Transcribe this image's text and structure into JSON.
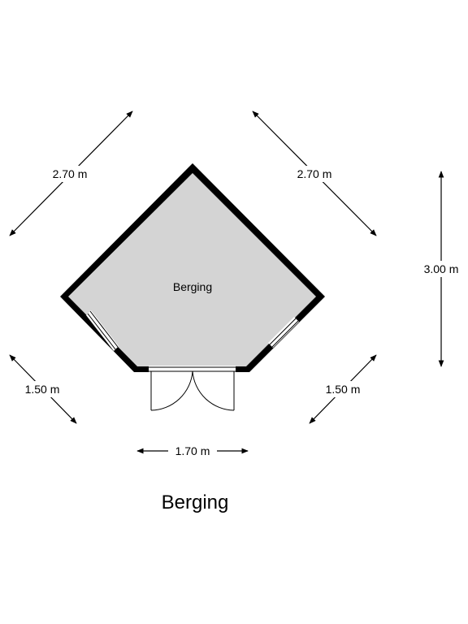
{
  "plan": {
    "room_label": "Berging",
    "title": "Berging",
    "dimensions": {
      "upper_left": "2.70 m",
      "upper_right": "2.70 m",
      "right_height": "3.00 m",
      "lower_left": "1.50 m",
      "lower_right": "1.50 m",
      "bottom": "1.70 m"
    },
    "colors": {
      "wall": "#000000",
      "floor": "#d4d4d4",
      "background": "#ffffff"
    }
  }
}
